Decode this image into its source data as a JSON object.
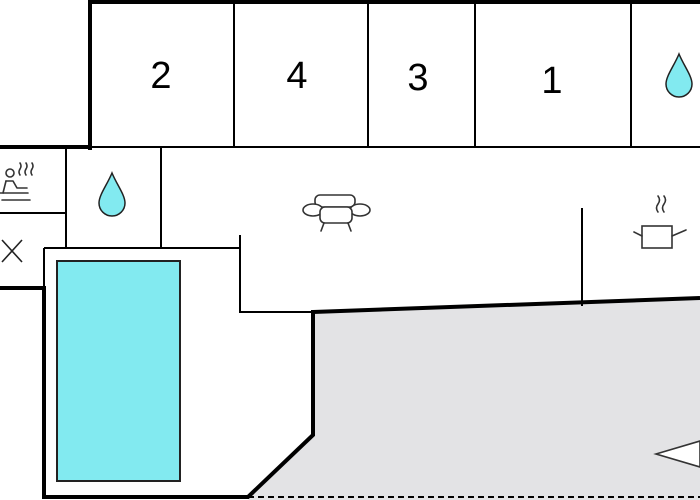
{
  "floor_plan": {
    "room_labels": [
      "2",
      "4",
      "3",
      "1"
    ],
    "icons": [
      "water-drop-icon",
      "sauna-icon",
      "water-drop-icon",
      "close-icon",
      "sofa-icon",
      "cooking-pot-icon",
      "triangle-marker-icon"
    ],
    "colors": {
      "wall": "#000000",
      "pool": "#82eaf0",
      "terrace": "#e3e3e5",
      "drop": "#82eaf0",
      "background": "#ffffff"
    }
  }
}
